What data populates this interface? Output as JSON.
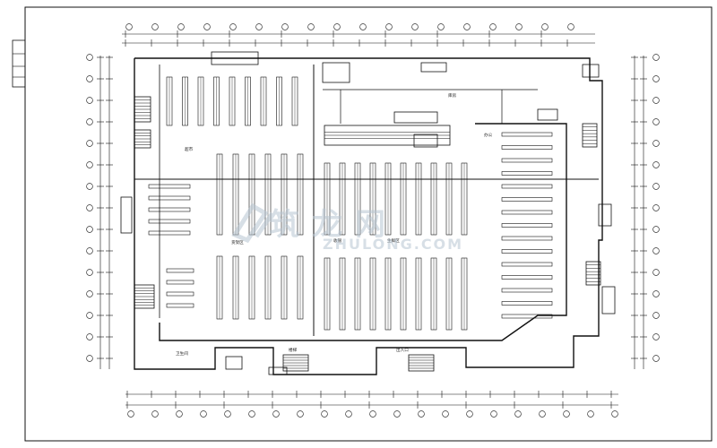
{
  "drawing": {
    "type": "architectural floor plan",
    "subject": "supermarket sales floor",
    "line_color": "#111111",
    "background_color": "#ffffff",
    "watermark_color": "#b8c6d2"
  },
  "room_labels": [
    {
      "id": "r1",
      "text": "超市"
    },
    {
      "id": "r2",
      "text": "货架区"
    },
    {
      "id": "r3",
      "text": "收银"
    },
    {
      "id": "r4",
      "text": "库房"
    },
    {
      "id": "r5",
      "text": "办公"
    },
    {
      "id": "r6",
      "text": "生鲜区"
    },
    {
      "id": "r7",
      "text": "卫生间"
    },
    {
      "id": "r8",
      "text": "楼梯"
    },
    {
      "id": "r9",
      "text": "出入口"
    }
  ],
  "watermark": {
    "logo": "zhulong",
    "text": "筑龙网",
    "subtext": "ZHULONG.COM"
  }
}
